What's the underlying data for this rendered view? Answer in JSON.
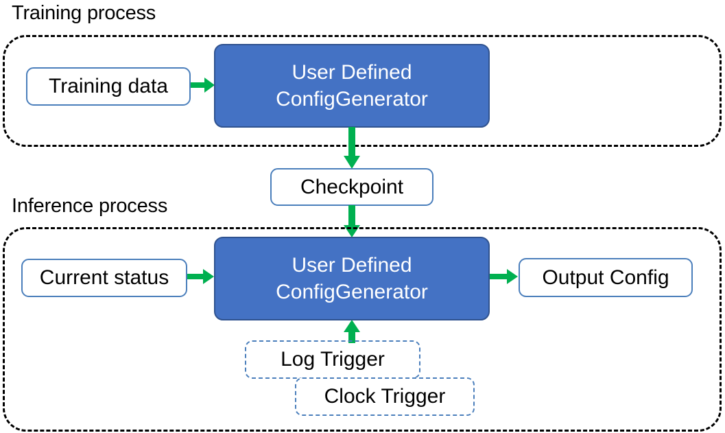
{
  "diagram": {
    "title_training": "Training process",
    "title_inference": "Inference process",
    "colors": {
      "processor_fill": "#4472C4",
      "processor_border": "#2F528F",
      "node_border": "#4A7EBB",
      "arrow_green": "#00B050",
      "container_border": "#000000",
      "text_dark": "#000000",
      "text_light": "#FFFFFF"
    },
    "training": {
      "input": {
        "label": "Training data"
      },
      "processor": {
        "line1": "User Defined",
        "line2": "ConfigGenerator"
      }
    },
    "checkpoint": {
      "label": "Checkpoint"
    },
    "inference": {
      "input": {
        "label": "Current status"
      },
      "processor": {
        "line1": "User Defined",
        "line2": "ConfigGenerator"
      },
      "output": {
        "label": "Output Config"
      },
      "triggers": [
        {
          "label": "Log Trigger"
        },
        {
          "label": "Clock Trigger"
        }
      ]
    },
    "arrows": [
      {
        "name": "training-data-to-processor",
        "from": "Training data",
        "to": "User Defined ConfigGenerator",
        "direction": "right"
      },
      {
        "name": "processor-to-checkpoint",
        "from": "User Defined ConfigGenerator",
        "to": "Checkpoint",
        "direction": "down"
      },
      {
        "name": "checkpoint-to-processor",
        "from": "Checkpoint",
        "to": "User Defined ConfigGenerator",
        "direction": "down"
      },
      {
        "name": "current-status-to-processor",
        "from": "Current status",
        "to": "User Defined ConfigGenerator",
        "direction": "right"
      },
      {
        "name": "processor-to-output-config",
        "from": "User Defined ConfigGenerator",
        "to": "Output Config",
        "direction": "right"
      },
      {
        "name": "trigger-to-processor",
        "from": "Log Trigger",
        "to": "User Defined ConfigGenerator",
        "direction": "up"
      }
    ]
  }
}
